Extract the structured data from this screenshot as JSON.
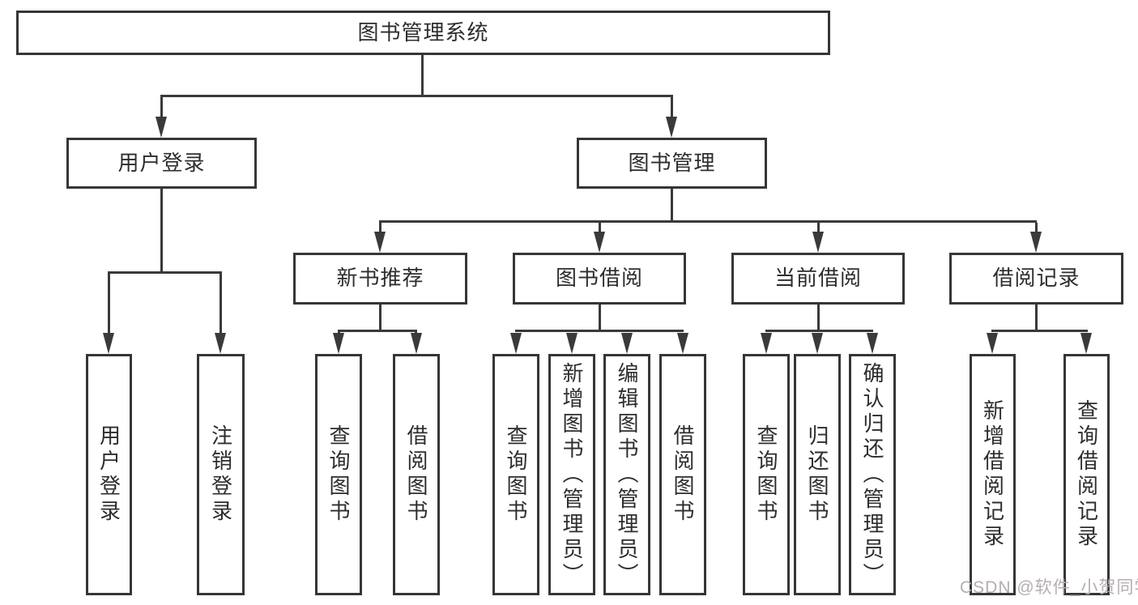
{
  "diagram": {
    "title": "图书管理系统",
    "tree": {
      "label": "图书管理系统",
      "children": [
        {
          "label": "用户登录",
          "children": [
            {
              "label": "用户登录"
            },
            {
              "label": "注销登录"
            }
          ]
        },
        {
          "label": "图书管理",
          "children": [
            {
              "label": "新书推荐",
              "children": [
                {
                  "label": "查询图书"
                },
                {
                  "label": "借阅图书"
                }
              ]
            },
            {
              "label": "图书借阅",
              "children": [
                {
                  "label": "查询图书"
                },
                {
                  "label": "新增图书（管理员）"
                },
                {
                  "label": "编辑图书（管理员）"
                },
                {
                  "label": "借阅图书"
                }
              ]
            },
            {
              "label": "当前借阅",
              "children": [
                {
                  "label": "查询图书"
                },
                {
                  "label": "归还图书"
                },
                {
                  "label": "确认归还（管理员）"
                }
              ]
            },
            {
              "label": "借阅记录",
              "children": [
                {
                  "label": "新增借阅记录"
                },
                {
                  "label": "查询借阅记录"
                }
              ]
            }
          ]
        }
      ]
    },
    "watermark": "CSDN @软件_小贺同学",
    "colors": {
      "line": "#3a3a3a",
      "border": "#363636",
      "text": "#2d2d2d",
      "watermark": "#b5aeae",
      "background": "#ffffff"
    }
  }
}
